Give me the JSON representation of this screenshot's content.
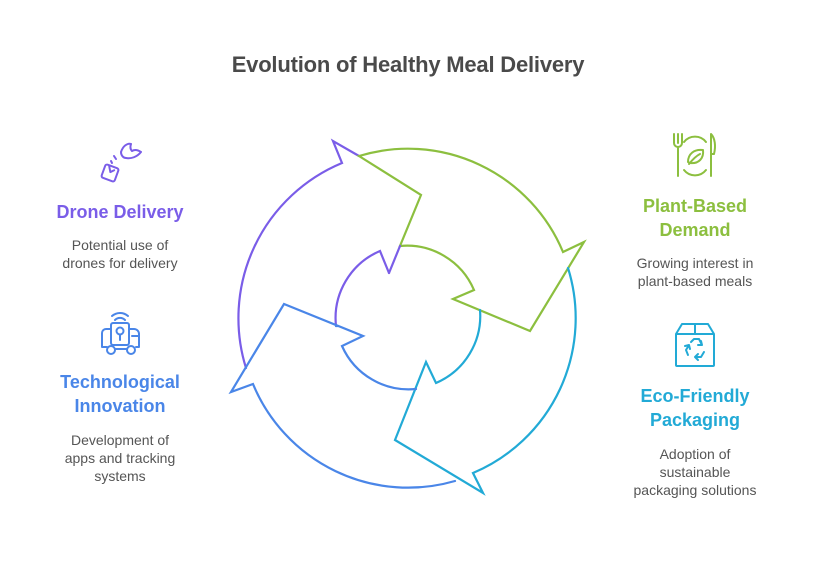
{
  "title": "Evolution of Healthy Meal Delivery",
  "colors": {
    "title": "#4a4a4a",
    "description": "#555555",
    "drone": "#7a5de8",
    "plant": "#8cbf3f",
    "eco": "#22aad6",
    "tech": "#4a86e8"
  },
  "stages": [
    {
      "id": "drone",
      "icon": "drone-package-icon",
      "heading_lines": [
        "Drone Delivery"
      ],
      "description_lines": [
        "Potential use of",
        "drones for delivery"
      ]
    },
    {
      "id": "plant",
      "icon": "plate-leaf-cutlery-icon",
      "heading_lines": [
        "Plant-Based",
        "Demand"
      ],
      "description_lines": [
        "Growing interest in",
        "plant-based meals"
      ]
    },
    {
      "id": "eco",
      "icon": "recycle-box-icon",
      "heading_lines": [
        "Eco-Friendly",
        "Packaging"
      ],
      "description_lines": [
        "Adoption of",
        "sustainable",
        "packaging solutions"
      ]
    },
    {
      "id": "tech",
      "icon": "connected-van-icon",
      "heading_lines": [
        "Technological",
        "Innovation"
      ],
      "description_lines": [
        "Development of",
        "apps and tracking",
        "systems"
      ]
    }
  ],
  "cycle": {
    "direction": "clockwise",
    "segments": [
      "drone",
      "plant",
      "eco",
      "tech"
    ]
  }
}
